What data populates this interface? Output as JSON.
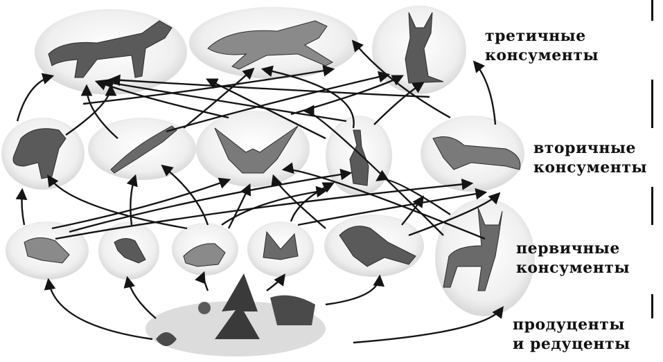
{
  "levels": {
    "tertiary": {
      "line1": "третичные",
      "line2": "консументы"
    },
    "secondary": {
      "line1": "вторичные",
      "line2": "консументы"
    },
    "primary": {
      "line1": "первичные",
      "line2": "консументы"
    },
    "producers": {
      "line1": "продуценты",
      "line2": "и редуценты"
    }
  },
  "colors": {
    "ink": "#111111",
    "node_fill": "#e6e6e6",
    "node_stroke": "#c8c8c8",
    "arrow": "#141414"
  }
}
